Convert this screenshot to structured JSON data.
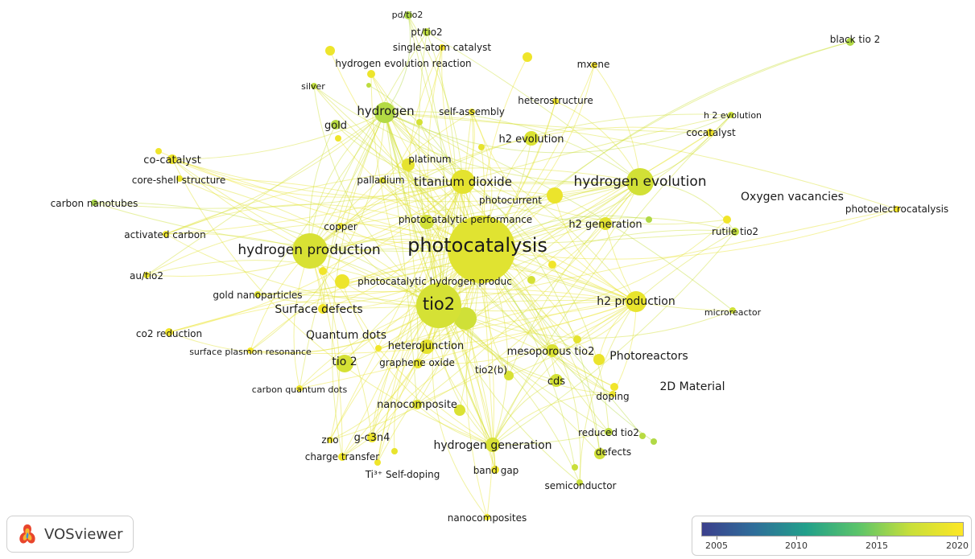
{
  "brand": {
    "name": "VOSviewer",
    "icon": "vosviewer-logo-icon"
  },
  "legend": {
    "ticks": [
      "2005",
      "2010",
      "2015",
      "2020"
    ],
    "year_range": [
      2003,
      2021
    ],
    "colors": [
      "#3b3f8c",
      "#22a08a",
      "#5cc46a",
      "#c9df3a",
      "#fde725"
    ]
  },
  "nodes": [
    {
      "label": "photocatalysis",
      "year": 2018.5
    },
    {
      "label": "tio2",
      "year": 2017.5
    },
    {
      "label": "hydrogen production",
      "year": 2017.8
    },
    {
      "label": "hydrogen evolution",
      "year": 2017.3
    },
    {
      "label": "titanium dioxide",
      "year": 2018.8
    },
    {
      "label": "hydrogen",
      "year": 2015.6
    },
    {
      "label": "h2 production",
      "year": 2019.2
    },
    {
      "label": "h2 evolution",
      "year": 2018.0
    },
    {
      "label": "h2 generation",
      "year": 2018.7
    },
    {
      "label": "hydrogen generation",
      "year": 2017.8
    },
    {
      "label": "photocatalytic hydrogen produc",
      "year": 2019.6
    },
    {
      "label": "photocatalytic performance",
      "year": 2017.2
    },
    {
      "label": "heterojunction",
      "year": 2019.0
    },
    {
      "label": "mesoporous tio2",
      "year": 2018.0
    },
    {
      "label": "Photoreactors",
      "year": 2019.4
    },
    {
      "label": "2D Material",
      "year": 2020.0
    },
    {
      "label": "Oxygen vacancies",
      "year": 2020.0
    },
    {
      "label": "photoelectrocatalysis",
      "year": 2020.5
    },
    {
      "label": "rutile tio2",
      "year": 2016.2
    },
    {
      "label": "microreactor",
      "year": 2017.0
    },
    {
      "label": "Surface defects",
      "year": 2020.0
    },
    {
      "label": "Quantum dots",
      "year": 2020.0
    },
    {
      "label": "tio 2",
      "year": 2017.5
    },
    {
      "label": "graphene oxide",
      "year": 2019.0
    },
    {
      "label": "tio2(b)",
      "year": 2017.8
    },
    {
      "label": "cds",
      "year": 2017.3
    },
    {
      "label": "doping",
      "year": 2019.4
    },
    {
      "label": "nanocomposite",
      "year": 2018.5
    },
    {
      "label": "reduced tio2",
      "year": 2016.0
    },
    {
      "label": "defects",
      "year": 2017.0
    },
    {
      "label": "g-c3n4",
      "year": 2019.4
    },
    {
      "label": "zno",
      "year": 2019.8
    },
    {
      "label": "charge transfer",
      "year": 2019.8
    },
    {
      "label": "Ti³⁺ Self-doping",
      "year": 2019.8
    },
    {
      "label": "band gap",
      "year": 2019.6
    },
    {
      "label": "semiconductor",
      "year": 2016.5
    },
    {
      "label": "nanocomposites",
      "year": 2019.6
    },
    {
      "label": "carbon quantum dots",
      "year": 2020.0
    },
    {
      "label": "co2 reduction",
      "year": 2020.0
    },
    {
      "label": "surface plasmon resonance",
      "year": 2020.2
    },
    {
      "label": "gold nanoparticles",
      "year": 2018.5
    },
    {
      "label": "au/tio2",
      "year": 2019.0
    },
    {
      "label": "activated carbon",
      "year": 2019.6
    },
    {
      "label": "carbon nanotubes",
      "year": 2015.2
    },
    {
      "label": "core-shell structure",
      "year": 2019.3
    },
    {
      "label": "co-catalyst",
      "year": 2019.6
    },
    {
      "label": "copper",
      "year": 2019.6
    },
    {
      "label": "palladium",
      "year": 2018.8
    },
    {
      "label": "platinum",
      "year": 2019.0
    },
    {
      "label": "photocurrent",
      "year": 2019.4
    },
    {
      "label": "gold",
      "year": 2015.8
    },
    {
      "label": "silver",
      "year": 2016.2
    },
    {
      "label": "hydrogen evolution reaction",
      "year": 2019.6
    },
    {
      "label": "single-atom catalyst",
      "year": 2020.5
    },
    {
      "label": "pt/tio2",
      "year": 2016.0
    },
    {
      "label": "pd/tio2",
      "year": 2015.4
    },
    {
      "label": "self-assembly",
      "year": 2019.8
    },
    {
      "label": "heterostructure",
      "year": 2019.8
    },
    {
      "label": "mxene",
      "year": 2020.6
    },
    {
      "label": "black tio 2",
      "year": 2015.5
    },
    {
      "label": "h 2 evolution",
      "year": 2016.5
    },
    {
      "label": "cocatalyst",
      "year": 2020.0
    }
  ]
}
